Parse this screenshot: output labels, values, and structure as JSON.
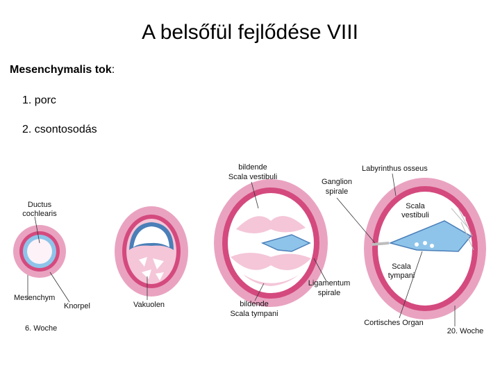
{
  "title": "A belsőfül fejlődése VIII",
  "subheading": {
    "bold": "Mesenchymalis tok",
    "suffix": ":"
  },
  "list": [
    "1. porc",
    "2. csontosodás"
  ],
  "figure": {
    "labels": {
      "ductus": [
        "Ductus",
        "cochlearis"
      ],
      "mesenchym": "Mesenchym",
      "knorpel": "Knorpel",
      "woche6": "6. Woche",
      "vakuolen": "Vakuolen",
      "bildende_vestibuli": [
        "bildende",
        "Scala vestibuli"
      ],
      "ganglion": [
        "Ganglion",
        "spirale"
      ],
      "labyrinthus": "Labyrinthus osseus",
      "scala_vestibuli": [
        "Scala",
        "vestibuli"
      ],
      "scala_tympani": [
        "Scala",
        "tympani"
      ],
      "ligamentum": [
        "Ligamentum",
        "spirale"
      ],
      "bildende_tympani": [
        "bildende",
        "Scala tympani"
      ],
      "cortisches": "Cortisches Organ",
      "woche20": "20. Woche"
    },
    "colors": {
      "pink_outer": "#e9a3c0",
      "pink_dark": "#d44a7e",
      "blue": "#8fc4ea",
      "blue_dark": "#4a7fb8",
      "white": "#ffffff",
      "grey": "#bdbdbd"
    }
  }
}
